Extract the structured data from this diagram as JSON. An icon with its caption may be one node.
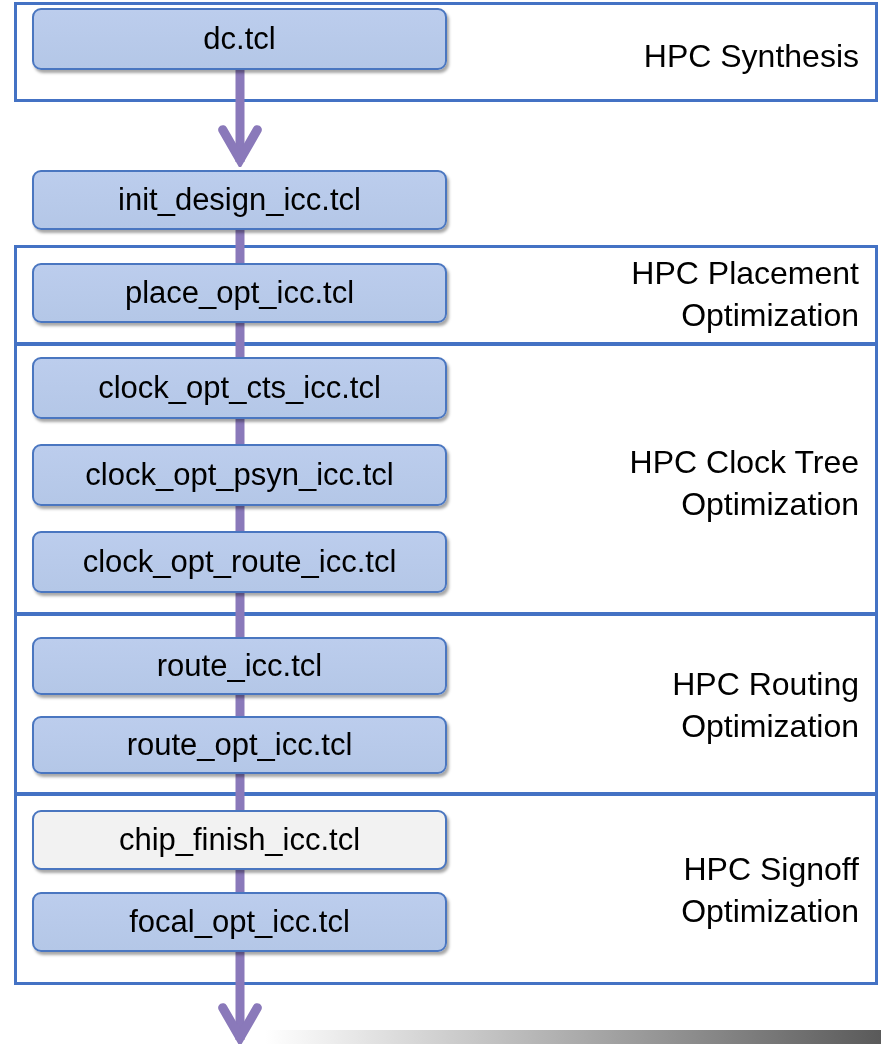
{
  "diagram": {
    "nodes": [
      {
        "text": [
          "HPC Synthesis"
        ]
      },
      {
        "text": [
          "dc.tcl"
        ],
        "in": 0
      },
      {
        "text": [
          "init_design_icc.tcl"
        ]
      },
      {
        "text": [
          "HPC Placement Optimization"
        ]
      },
      {
        "text": [
          "place_opt_icc.tcl"
        ],
        "in": 3
      },
      {
        "text": [
          "HPC Clock Tree Optimization"
        ]
      },
      {
        "text": [
          "clock_opt_cts_icc.tcl"
        ],
        "in": 5
      },
      {
        "text": [
          "clock_opt_psyn_icc.tcl"
        ],
        "in": 5
      },
      {
        "text": [
          "clock_opt_route_icc.tcl"
        ],
        "in": 5
      },
      {
        "text": [
          "HPC Routing Optimization"
        ]
      },
      {
        "text": [
          "route_icc.tcl"
        ],
        "in": 9
      },
      {
        "text": [
          "route_opt_icc.tcl"
        ],
        "in": 9
      },
      {
        "text": [
          "HPC Signoff Optimization"
        ]
      },
      {
        "text": [
          "chip_finish_icc.tcl"
        ],
        "in": 12
      },
      {
        "text": [
          "focal_opt_icc.tcl"
        ],
        "in": 12
      }
    ],
    "edges": [
      {
        "from": 1,
        "to": 2,
        "arrow": "to"
      },
      {
        "from": 2,
        "to": 4,
        "arrow": "none"
      },
      {
        "from": 4,
        "to": 6,
        "arrow": "none"
      },
      {
        "from": 6,
        "to": 7,
        "arrow": "none"
      },
      {
        "from": 7,
        "to": 8,
        "arrow": "none"
      },
      {
        "from": 8,
        "to": 10,
        "arrow": "none"
      },
      {
        "from": 10,
        "to": 11,
        "arrow": "none"
      },
      {
        "from": 11,
        "to": 13,
        "arrow": "none"
      },
      {
        "from": 13,
        "to": 14,
        "arrow": "none"
      },
      {
        "from": 14,
        "to": null,
        "arrow": "to"
      }
    ]
  }
}
